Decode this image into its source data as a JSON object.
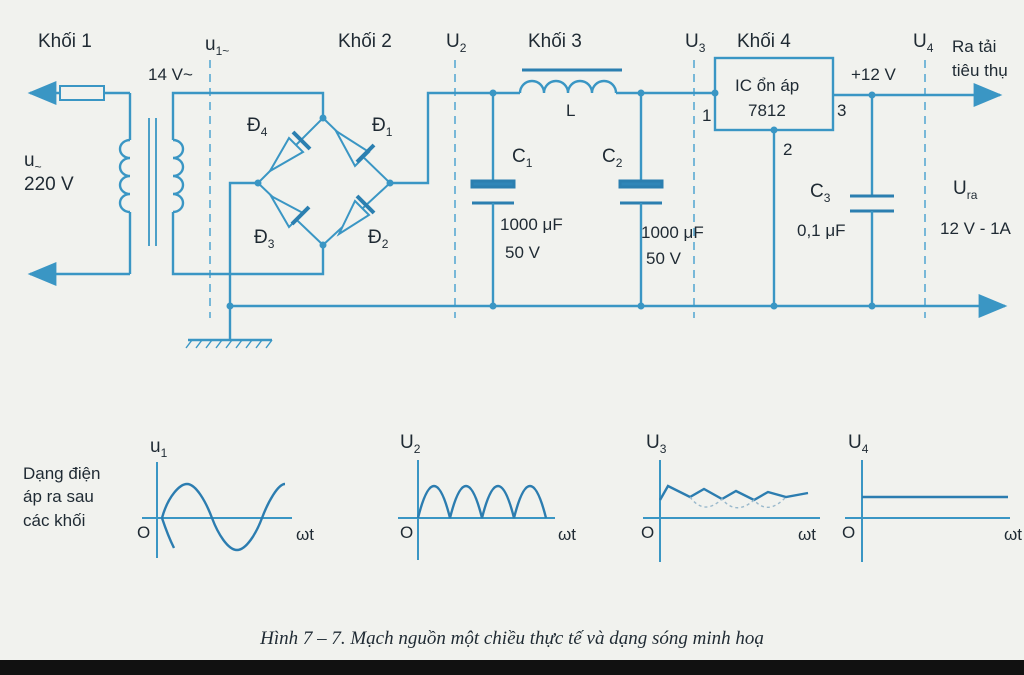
{
  "blocks": {
    "k1": "Khối 1",
    "k2": "Khối 2",
    "k3": "Khối 3",
    "k4": "Khối 4"
  },
  "nodes": {
    "u1": "u",
    "u1_sub": "1~",
    "u2": "U",
    "u2_sub": "2",
    "u3": "U",
    "u3_sub": "3",
    "u4": "U",
    "u4_sub": "4"
  },
  "input": {
    "u": "u",
    "u_sub": "~",
    "voltage": "220 V",
    "secondary": "14 V~"
  },
  "diodes": {
    "d1": "Đ",
    "d1_sub": "1",
    "d2": "Đ",
    "d2_sub": "2",
    "d3": "Đ",
    "d3_sub": "3",
    "d4": "Đ",
    "d4_sub": "4"
  },
  "filter": {
    "c1": "C",
    "c1_sub": "1",
    "c1_val": "1000 μF",
    "c1_v": "50 V",
    "c2": "C",
    "c2_sub": "2",
    "c2_val": "1000 μF",
    "c2_v": "50 V",
    "inductor": "L"
  },
  "regulator": {
    "name_line1": "IC ổn áp",
    "name_line2": "7812",
    "pin1": "1",
    "pin2": "2",
    "pin3": "3",
    "out_voltage": "+12 V",
    "c3": "C",
    "c3_sub": "3",
    "c3_val": "0,1 μF"
  },
  "output": {
    "load_line1": "Ra tải",
    "load_line2": "tiêu thụ",
    "ura": "U",
    "ura_sub": "ra",
    "rating": "12 V - 1A"
  },
  "waveforms": {
    "heading_line1": "Dạng điện",
    "heading_line2": "áp ra sau",
    "heading_line3": "các khối",
    "plots": [
      {
        "label": "u",
        "sub": "1",
        "origin": "O",
        "x_axis": "ωt",
        "shape": "sine"
      },
      {
        "label": "U",
        "sub": "2",
        "origin": "O",
        "x_axis": "ωt",
        "shape": "full-wave-rectified"
      },
      {
        "label": "U",
        "sub": "3",
        "origin": "O",
        "x_axis": "ωt",
        "shape": "filtered-ripple"
      },
      {
        "label": "U",
        "sub": "4",
        "origin": "O",
        "x_axis": "ωt",
        "shape": "dc-constant"
      }
    ]
  },
  "caption": "Hình 7 – 7. Mạch nguồn một chiều thực tế và dạng sóng minh hoạ",
  "colors": {
    "wire": "#3a96c4",
    "background": "#f1f2ee",
    "text": "#1f2a33"
  }
}
